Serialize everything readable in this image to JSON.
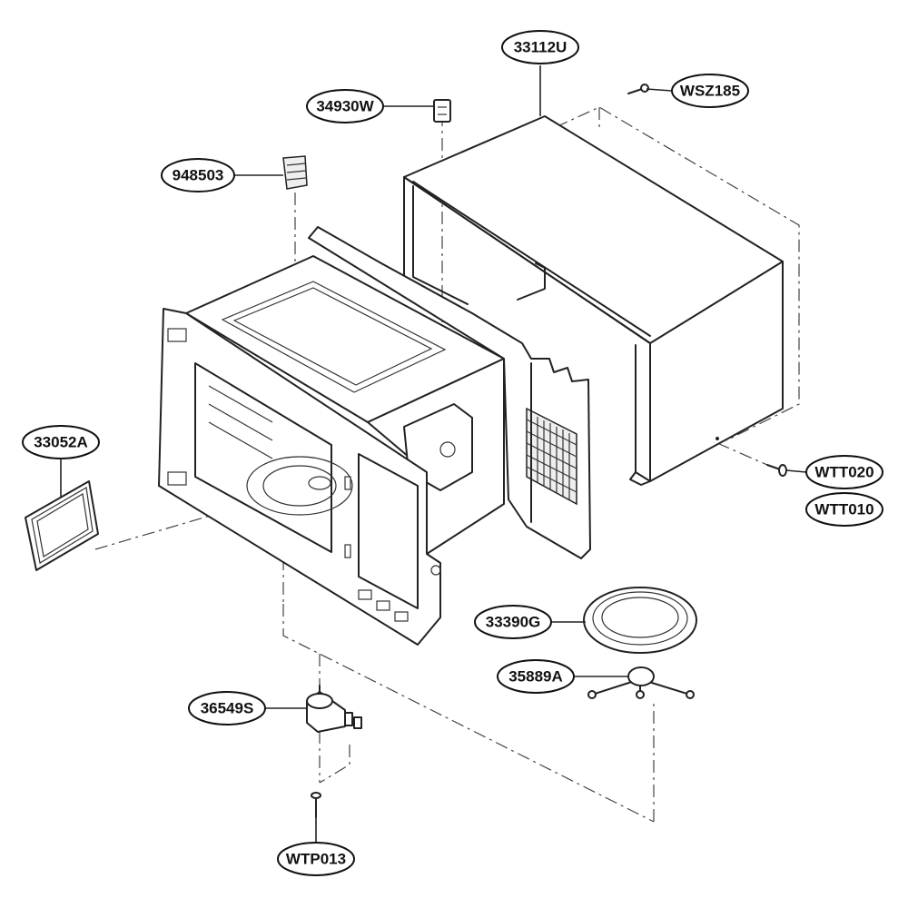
{
  "callouts": {
    "c33112U": "33112U",
    "cWSZ185": "WSZ185",
    "c34930W": "34930W",
    "c948503": "948503",
    "c33052A": "33052A",
    "cWTT020": "WTT020",
    "cWTT010": "WTT010",
    "c33390G": "33390G",
    "c35889A": "35889A",
    "c36549S": "36549S",
    "cWTP013": "WTP013"
  }
}
